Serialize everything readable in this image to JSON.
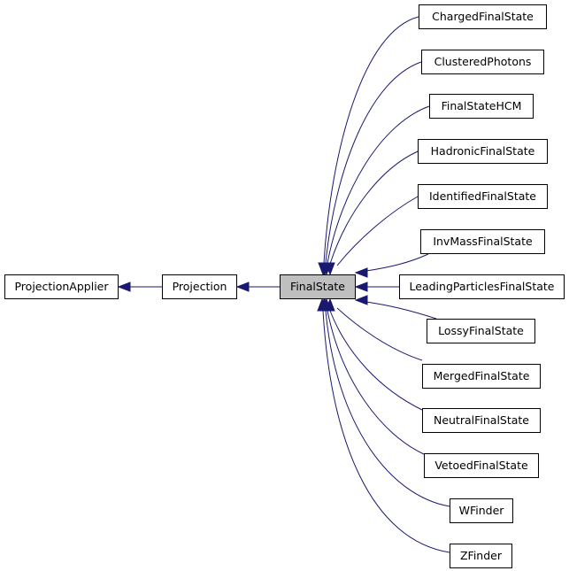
{
  "diagram": {
    "nodes": {
      "projection_applier": "ProjectionApplier",
      "projection": "Projection",
      "final_state": "FinalState",
      "charged_final_state": "ChargedFinalState",
      "clustered_photons": "ClusteredPhotons",
      "final_state_hcm": "FinalStateHCM",
      "hadronic_final_state": "HadronicFinalState",
      "identified_final_state": "IdentifiedFinalState",
      "inv_mass_final_state": "InvMassFinalState",
      "leading_particles_final_state": "LeadingParticlesFinalState",
      "lossy_final_state": "LossyFinalState",
      "merged_final_state": "MergedFinalState",
      "neutral_final_state": "NeutralFinalState",
      "vetoed_final_state": "VetoedFinalState",
      "w_finder": "WFinder",
      "z_finder": "ZFinder"
    },
    "edges": [
      {
        "from": "projection",
        "to": "projection_applier"
      },
      {
        "from": "final_state",
        "to": "projection"
      },
      {
        "from": "charged_final_state",
        "to": "final_state"
      },
      {
        "from": "clustered_photons",
        "to": "final_state"
      },
      {
        "from": "final_state_hcm",
        "to": "final_state"
      },
      {
        "from": "hadronic_final_state",
        "to": "final_state"
      },
      {
        "from": "identified_final_state",
        "to": "final_state"
      },
      {
        "from": "inv_mass_final_state",
        "to": "final_state"
      },
      {
        "from": "leading_particles_final_state",
        "to": "final_state"
      },
      {
        "from": "lossy_final_state",
        "to": "final_state"
      },
      {
        "from": "merged_final_state",
        "to": "final_state"
      },
      {
        "from": "neutral_final_state",
        "to": "final_state"
      },
      {
        "from": "vetoed_final_state",
        "to": "final_state"
      },
      {
        "from": "w_finder",
        "to": "final_state"
      },
      {
        "from": "z_finder",
        "to": "final_state"
      }
    ],
    "colors": {
      "edge": "#191970",
      "highlight_fill": "#bfbfbf",
      "node_border": "#000000",
      "node_fill": "#ffffff"
    },
    "highlighted_node": "final_state",
    "edge_style": "hollow-inheritance-arrow"
  }
}
